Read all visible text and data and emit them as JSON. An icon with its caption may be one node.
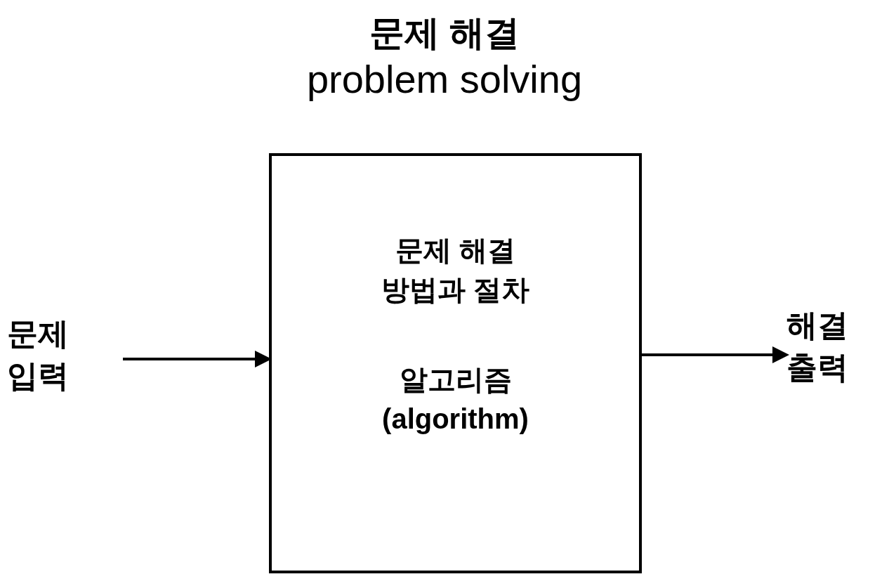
{
  "diagram": {
    "title": "**문제 해결** problem solving",
    "nodes": [
      {
        "text": [
          "문제 입력"
        ]
      },
      {
        "text": [
          "문제 해결 방법과 절차",
          "알고리즘 (algorithm)"
        ]
      },
      {
        "text": [
          "해결 출력"
        ]
      }
    ],
    "edges": [
      {
        "from": 0,
        "to": 1,
        "arrow": "to"
      },
      {
        "from": 1,
        "to": 2,
        "arrow": "to"
      }
    ]
  }
}
